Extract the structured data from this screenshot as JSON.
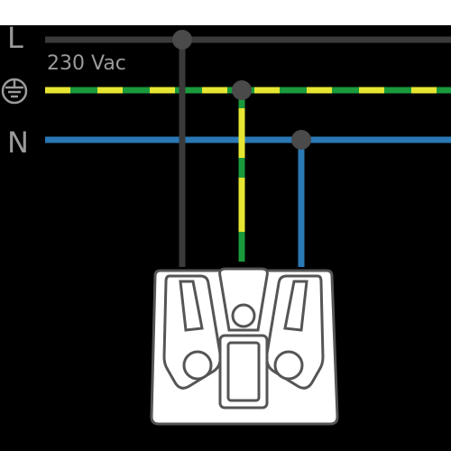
{
  "labels": {
    "line": "L",
    "neutral": "N",
    "voltage": "230 Vac"
  },
  "icons": {
    "earth": "protective-earth-icon",
    "junction": "junction-dot-icon",
    "socket": "power-socket-icon"
  },
  "colors": {
    "background": "#000000",
    "line_wire": "#3a3a3a",
    "earth_green": "#1a9a3c",
    "earth_yellow": "#e6e632",
    "neutral_wire": "#2a78b4",
    "junction": "#4a4a4a",
    "label": "#9a9a9a",
    "socket_fill": "#ffffff",
    "socket_stroke": "#555555"
  }
}
